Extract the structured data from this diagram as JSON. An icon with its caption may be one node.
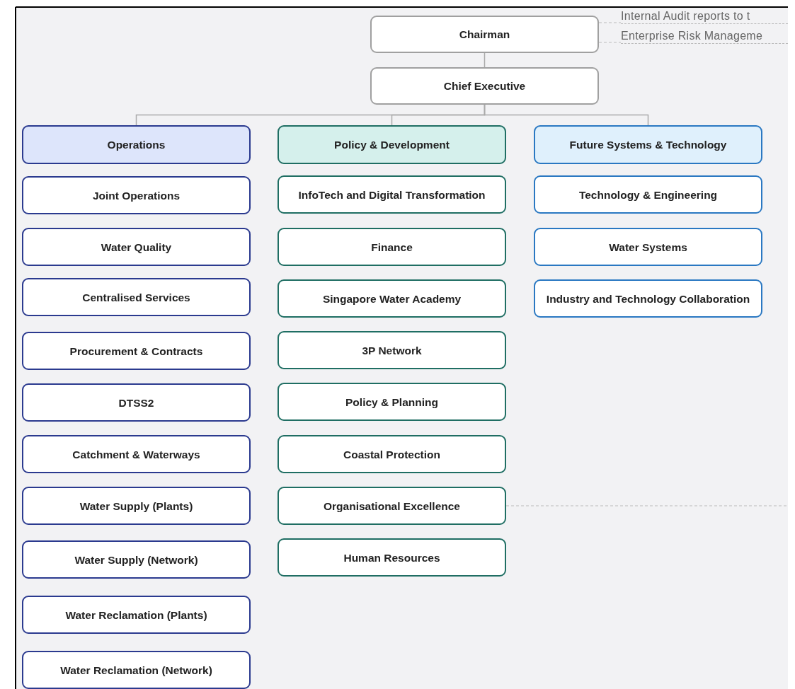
{
  "diagram": {
    "nodes": [
      {
        "text": [
          "Chairman"
        ]
      },
      {
        "text": [
          "Internal Audit reports to t"
        ]
      },
      {
        "text": [
          "Enterprise Risk Manageme"
        ]
      },
      {
        "text": [
          "Chief Executive"
        ]
      },
      {
        "text": [
          "Operations"
        ]
      },
      {
        "text": [
          "Policy & Development"
        ]
      },
      {
        "text": [
          "Future Systems & Technology"
        ]
      },
      {
        "text": [
          "Joint Operations"
        ]
      },
      {
        "text": [
          "Water Quality"
        ]
      },
      {
        "text": [
          "Centralised Services"
        ]
      },
      {
        "text": [
          "Procurement & Contracts"
        ]
      },
      {
        "text": [
          "DTSS2"
        ]
      },
      {
        "text": [
          "Catchment & Waterways"
        ]
      },
      {
        "text": [
          "Water Supply (Plants)"
        ]
      },
      {
        "text": [
          "Water Supply (Network)"
        ]
      },
      {
        "text": [
          "Water Reclamation (Plants)"
        ]
      },
      {
        "text": [
          "Water Reclamation (Network)"
        ]
      },
      {
        "text": [
          "InfoTech and Digital Transformation"
        ]
      },
      {
        "text": [
          "Finance"
        ]
      },
      {
        "text": [
          "Singapore Water Academy"
        ]
      },
      {
        "text": [
          "3P Network"
        ]
      },
      {
        "text": [
          "Policy & Planning"
        ]
      },
      {
        "text": [
          "Coastal Protection"
        ]
      },
      {
        "text": [
          "Organisational Excellence"
        ]
      },
      {
        "text": [
          "Human Resources"
        ]
      },
      {
        "text": [
          "Technology & Engineering"
        ]
      },
      {
        "text": [
          "Water Systems"
        ]
      },
      {
        "text": [
          "Industry and Technology Collaboration"
        ]
      }
    ],
    "edges": [
      {
        "from": 0,
        "to": 1,
        "arrow": "none",
        "style": "dashed"
      },
      {
        "from": 0,
        "to": 2,
        "arrow": "none",
        "style": "dashed"
      },
      {
        "from": 0,
        "to": 3,
        "arrow": "none"
      },
      {
        "from": 3,
        "to": 4,
        "arrow": "none"
      },
      {
        "from": 3,
        "to": 5,
        "arrow": "none"
      },
      {
        "from": 3,
        "to": 6,
        "arrow": "none"
      },
      {
        "from": 23,
        "to": null,
        "arrow": "none",
        "style": "dashed"
      }
    ]
  }
}
